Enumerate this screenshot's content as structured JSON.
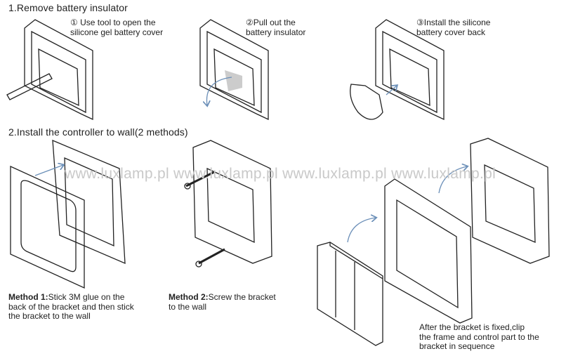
{
  "section1": {
    "title": "1.Remove battery insulator",
    "steps": [
      {
        "line1": "① Use tool to open the",
        "line2": "silicone gel battery cover"
      },
      {
        "line1": "②Pull out the",
        "line2": "battery insulator"
      },
      {
        "line1": "③Install the silicone",
        "line2": "battery cover back"
      }
    ]
  },
  "section2": {
    "title": "2.Install the controller to wall(2 methods)",
    "method1": {
      "label": "Method 1:",
      "line1": "Stick 3M glue on the",
      "line2": "back of the bracket and then stick",
      "line3": "the bracket to the wall"
    },
    "method2": {
      "label": "Method 2:",
      "line1": "Screw the bracket",
      "line2": "to the wall"
    },
    "final": {
      "line1": "After the bracket is fixed,clip",
      "line2": "the frame and control part to the",
      "line3": "bracket in sequence"
    }
  },
  "watermark": "www.luxlamp.pl www.luxlamp.pl www.luxlamp.pl www.luxlamp.pl",
  "colors": {
    "arrow": "#6b8fb8",
    "line": "#222222"
  }
}
